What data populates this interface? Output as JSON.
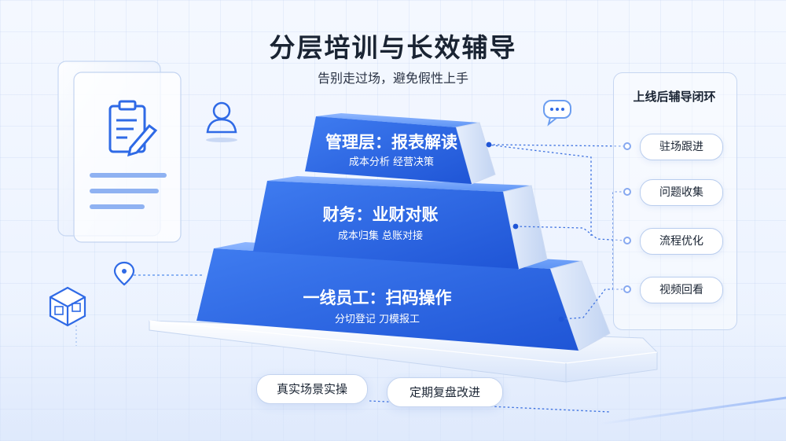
{
  "header": {
    "title": "分层培训与长效辅导",
    "subtitle": "告别走过场，避免假性上手"
  },
  "pyramid": {
    "tiers": [
      {
        "title": "管理层：报表解读",
        "subtitle": "成本分析 经营决策"
      },
      {
        "title": "财务：业财对账",
        "subtitle": "成本归集 总账对接"
      },
      {
        "title": "一线员工：扫码操作",
        "subtitle": "分切登记 刀模报工"
      }
    ]
  },
  "closed_loop": {
    "title": "上线后辅导闭环",
    "steps": [
      "驻场跟进",
      "问题收集",
      "流程优化",
      "视频回看"
    ]
  },
  "bottom": {
    "items": [
      "真实场景实操",
      "定期复盘改进"
    ]
  },
  "colors": {
    "primary_blue": "#2f6ae6",
    "light_blue": "#5b93f7",
    "text_dark": "#1a2433",
    "pill_border": "#b9cdee"
  },
  "icons": [
    "document-icon",
    "person-icon",
    "chat-bubble-icon",
    "location-pin-icon",
    "warehouse-icon"
  ]
}
